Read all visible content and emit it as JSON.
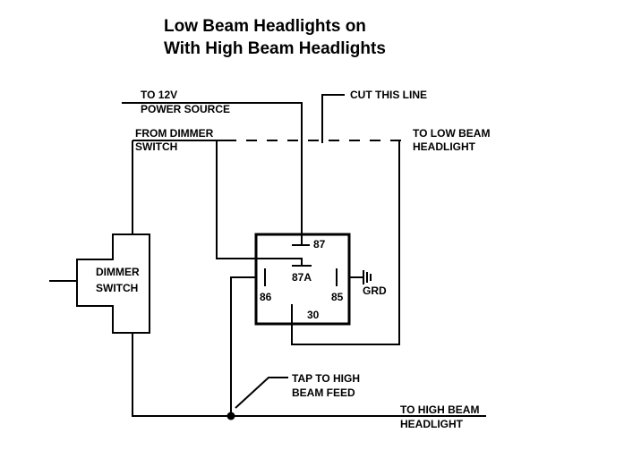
{
  "title": {
    "line1": "Low Beam Headlights on",
    "line2": "With High Beam Headlights"
  },
  "labels": {
    "power_line1": "TO 12V",
    "power_line2": "POWER SOURCE",
    "cut_line": "CUT  THIS  LINE",
    "dimmer_from_line1": "FROM DIMMER",
    "dimmer_from_line2": "SWITCH",
    "low_beam_line1": "TO LOW BEAM",
    "low_beam_line2": "HEADLIGHT",
    "dimmer_switch_line1": "DIMMER",
    "dimmer_switch_line2": "SWITCH",
    "tap_line1": "TAP TO HIGH",
    "tap_line2": "BEAM FEED",
    "high_beam_line1": "TO HIGH BEAM",
    "high_beam_line2": "HEADLIGHT",
    "ground": "GRD"
  },
  "relay": {
    "pin_87": "87",
    "pin_87a": "87A",
    "pin_86": "86",
    "pin_85": "85",
    "pin_30": "30"
  }
}
